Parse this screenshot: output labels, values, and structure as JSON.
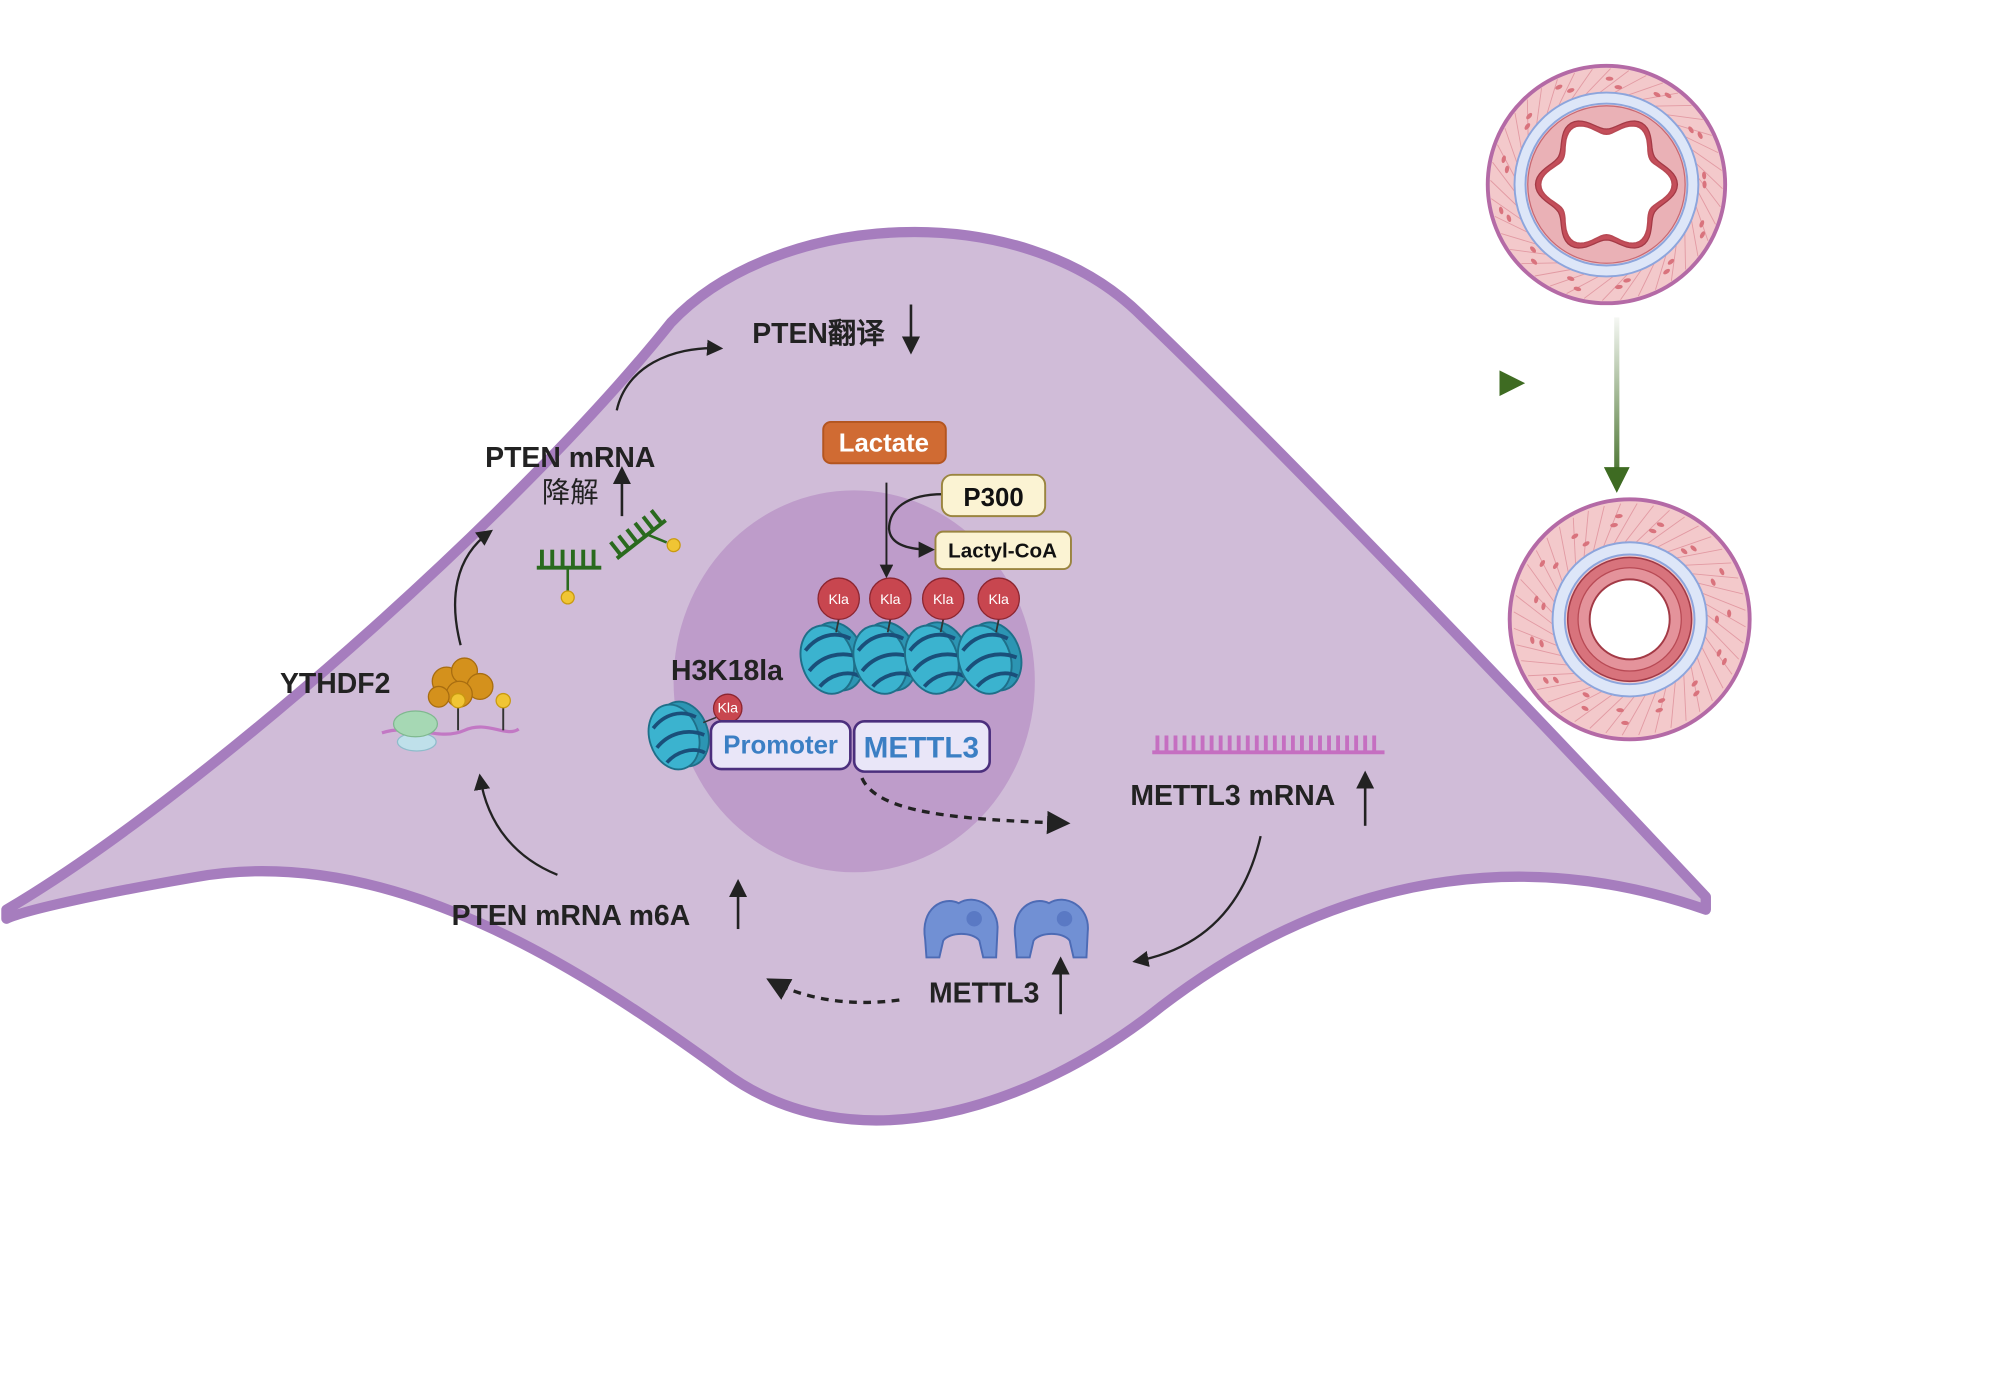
{
  "labels": {
    "pten_translation": "PTEN翻译",
    "pten_mrna": "PTEN mRNA",
    "degradation": "降解",
    "ythdf2": "YTHDF2",
    "pten_mrna_m6a": "PTEN mRNA m6A",
    "mettl3_protein": "METTL3",
    "mettl3_mrna": "METTL3 mRNA",
    "lactate": "Lactate",
    "p300": "P300",
    "lactyl_coa": "Lactyl-CoA",
    "h3k18la": "H3K18la",
    "promoter": "Promoter",
    "mettl3_gene": "METTL3"
  },
  "kla_marks": [
    "Kla",
    "Kla",
    "Kla",
    "Kla",
    "Kla"
  ],
  "icons": [
    "cell-membrane",
    "nucleus",
    "nucleosome-icon",
    "mrna-comb-icon",
    "ythdf2-protein-icon",
    "ribosome-icon",
    "mettl3-protein-icon",
    "blood-vessel-cross-section-icon"
  ],
  "colors": {
    "cell_fill": "#d0bcd8",
    "cell_stroke": "#a67dbe",
    "nucleus_fill": "#be9cca",
    "lactate": "#d06b33",
    "kla": "#c8464f",
    "nucleosome": "#3bb3cf",
    "gene_text": "#3b7fc4",
    "flow_arrow": "#3e6b22"
  }
}
